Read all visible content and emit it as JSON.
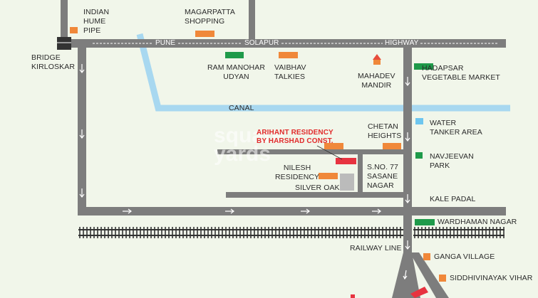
{
  "colors": {
    "road": "#7d7d7d",
    "background": "#f1f6ea",
    "canal": "#a8d8f0",
    "landmark_orange": "#f0883a",
    "landmark_green": "#1f9a4a",
    "highlight_red": "#e73340",
    "water_blue": "#6ec6ef",
    "arrow": "#ffffff"
  },
  "labels": {
    "indian_hume_pipe": "INDIAN\nHUME\nPIPE",
    "magarpatta": "MAGARPATTA\nSHOPPING",
    "bridge_kirloskar": "BRIDGE\nKIRLOSKAR",
    "highway_pune": "PUNE",
    "highway_solapur": "SOLAPUR",
    "highway_highway": "HIGHWAY",
    "ram_manohar": "RAM MANOHAR\nUDYAN",
    "vaibhav": "VAIBHAV\nTALKIES",
    "mahadev": "MAHADEV\nMANDIR",
    "hadapsar": "HADAPSAR\nVEGETABLE MARKET",
    "canal": "CANAL",
    "water_tanker": "WATER\nTANKER AREA",
    "chetan_heights": "CHETAN\nHEIGHTS",
    "arihant": "ARIHANT RESIDENCY\nBY HARSHAD CONST.",
    "navjeevan": "NAVJEEVAN\nPARK",
    "nilesh": "NILESH\nRESIDENCY",
    "sno77": "S.NO. 77\nSASANE\nNAGAR",
    "silver_oak": "SILVER OAK",
    "kale_padal": "KALE PADAL",
    "wardhaman": "WARDHAMAN NAGAR",
    "railway_line": "RAILWAY LINE",
    "ganga_village": "GANGA VILLAGE",
    "siddhivinayak": "SIDDHIVINAYAK VIHAR"
  },
  "watermark": "square\nyards",
  "icons": {
    "orange_marker": "orange-square-landmark-icon",
    "green_marker": "green-square-landmark-icon",
    "temple": "temple-icon",
    "water": "water-icon",
    "project": "red-project-marker-icon",
    "arrow": "direction-arrow-icon"
  }
}
